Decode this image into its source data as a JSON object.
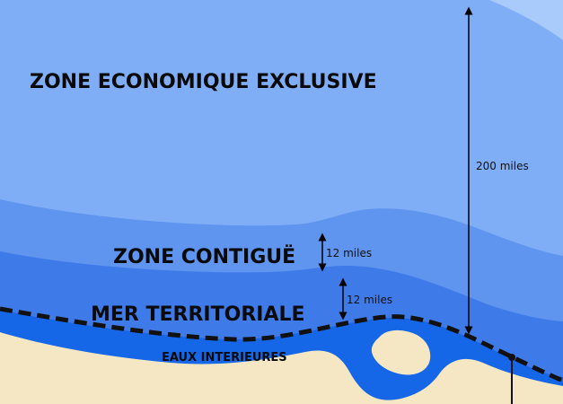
{
  "labels": {
    "eez": "ZONE ECONOMIQUE EXCLUSIVE",
    "contiguous": "ZONE CONTIGUË",
    "territorial": "MER TERRITORIALE",
    "internal": "EAUX INTERIEURES"
  },
  "distances": {
    "d200": "200 miles",
    "d12_contiguous": "12 miles",
    "d12_territorial": "12 miles"
  },
  "colors": {
    "high_seas": "#a9cbfb",
    "eez": "#7fadf6",
    "contiguous": "#5f94ef",
    "territorial": "#3f7ae9",
    "internal": "#1667e8",
    "land": "#f5e7c4",
    "baseline": "#111111",
    "arrow": "#000000"
  }
}
